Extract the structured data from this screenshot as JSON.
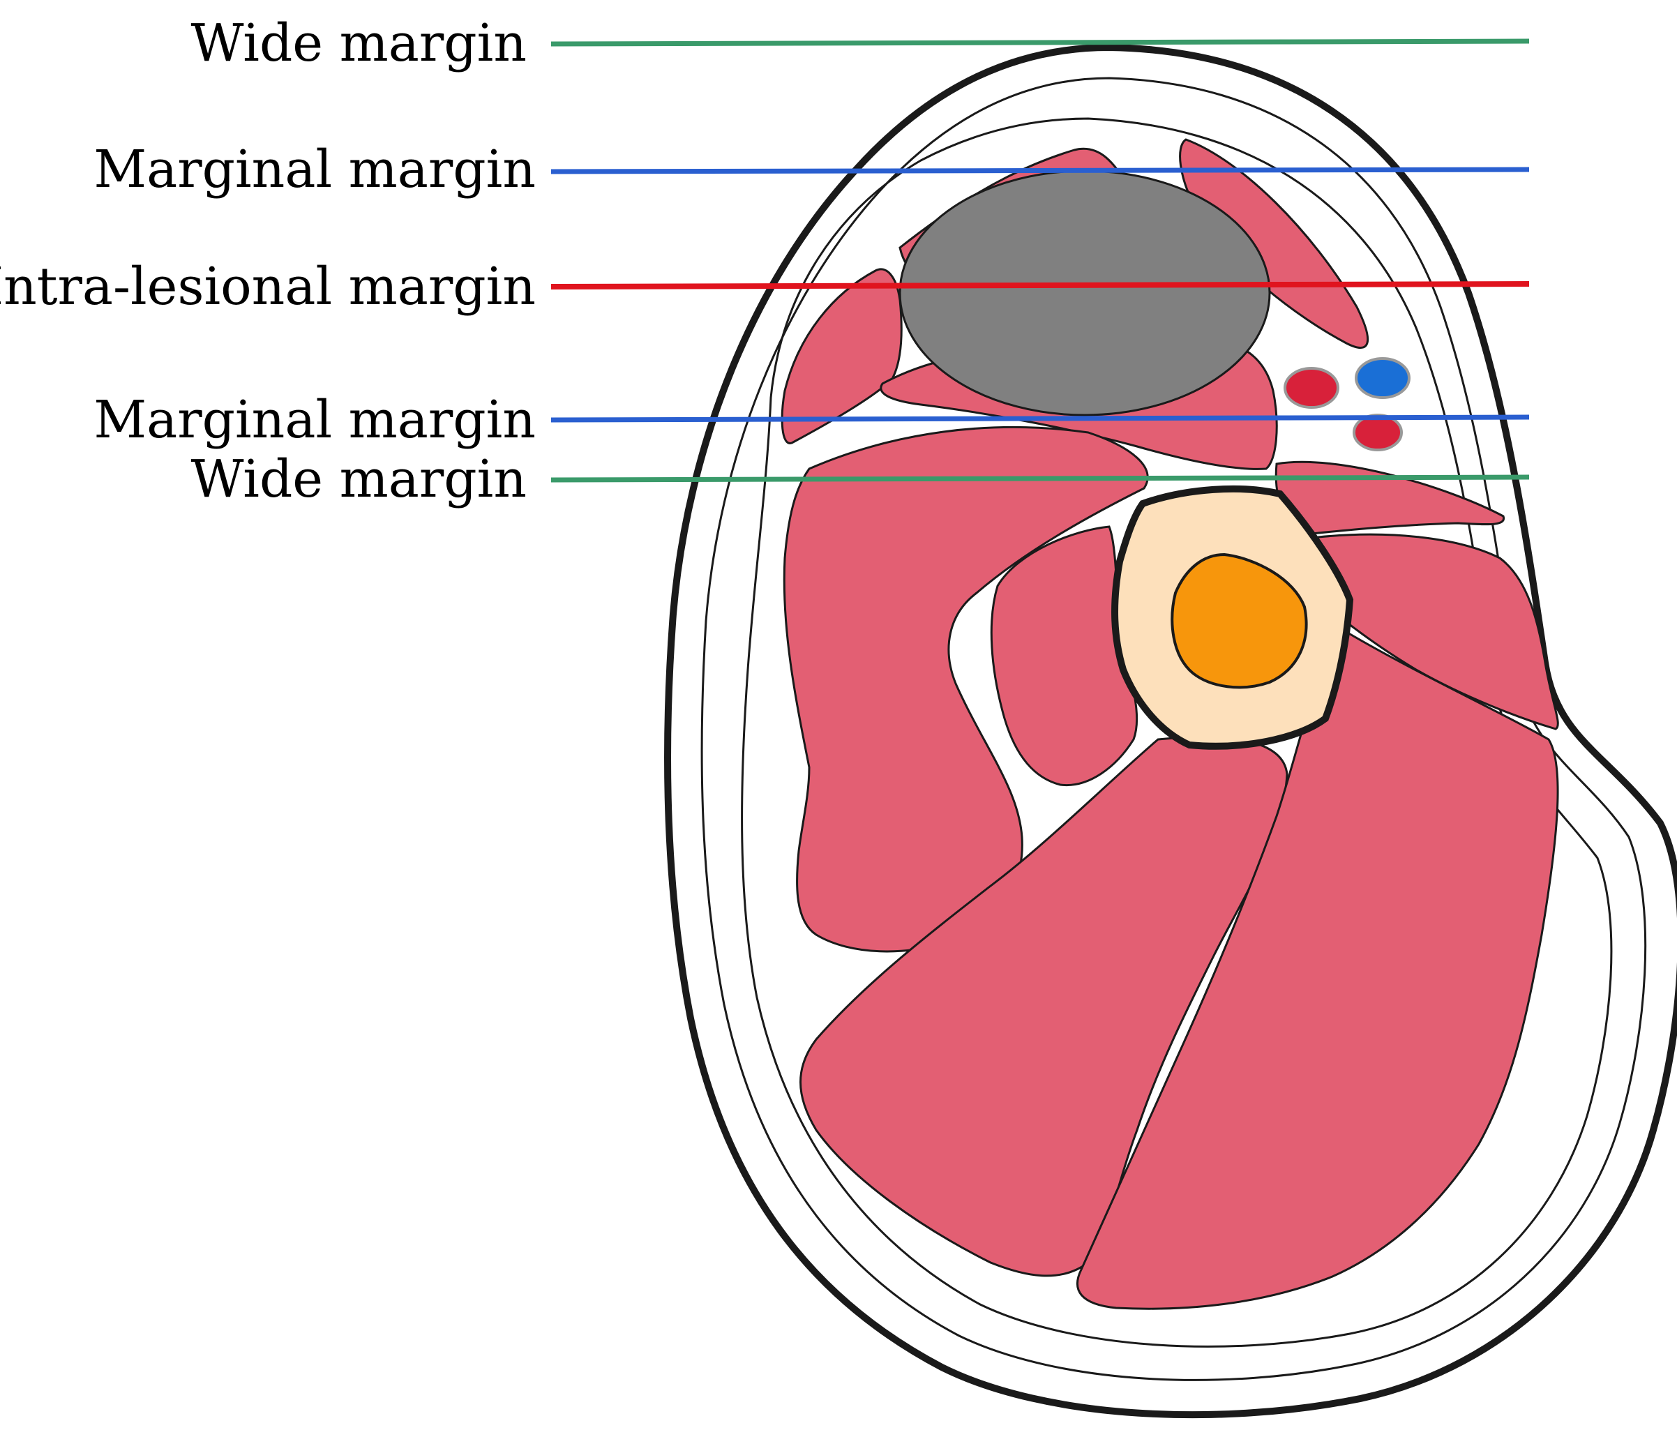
{
  "colors": {
    "wide": "#3a9a6a",
    "marginal": "#2a5fd0",
    "intralesional": "#e0141e",
    "muscle": "#e35f73",
    "tumor": "#808080",
    "bone_cortex": "#fde0bb",
    "bone_marrow": "#f7960c",
    "artery": "#d8213a",
    "vein": "#1a6fd6",
    "outline": "#1a1a1a"
  },
  "labels": {
    "top_wide": "Wide margin",
    "top_marginal": "Marginal margin",
    "intralesional": "Intra-lesional margin",
    "bottom_marginal": "Marginal margin",
    "bottom_wide": "Wide margin"
  }
}
